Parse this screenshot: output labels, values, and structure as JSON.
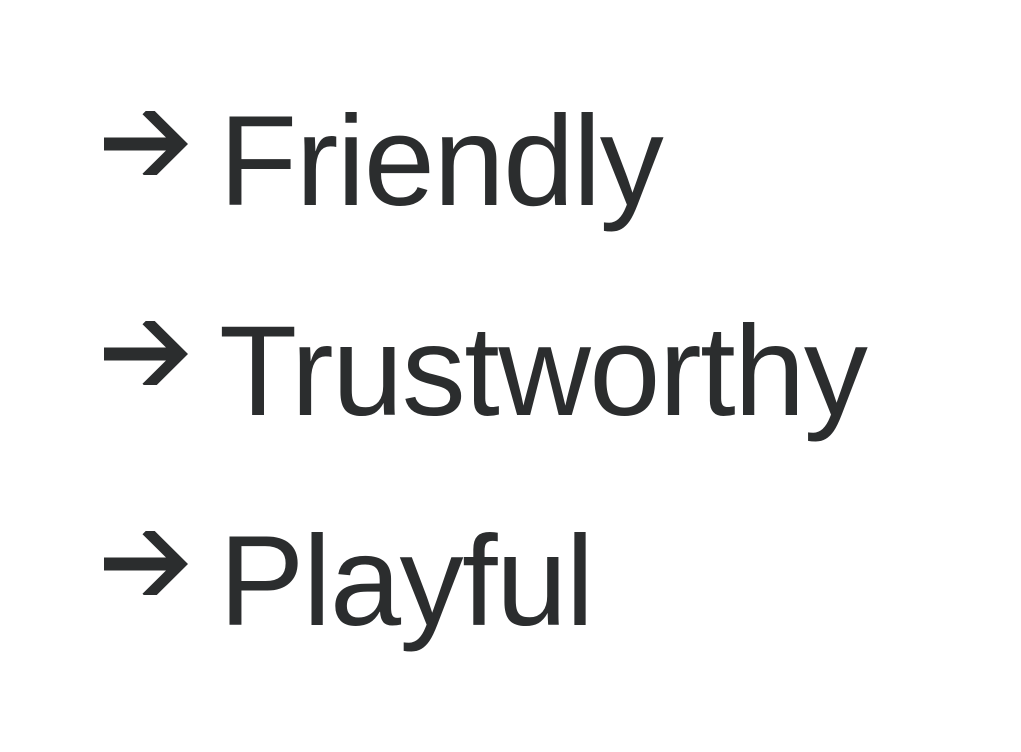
{
  "page": {
    "background_color": "#ffffff",
    "text_color": "#2b2d2e"
  },
  "list": {
    "bullet_icon": "arrow-right-icon",
    "bullet_glyph": "→",
    "items": [
      {
        "label": "Friendly"
      },
      {
        "label": "Trustworthy"
      },
      {
        "label": "Playful"
      }
    ]
  }
}
